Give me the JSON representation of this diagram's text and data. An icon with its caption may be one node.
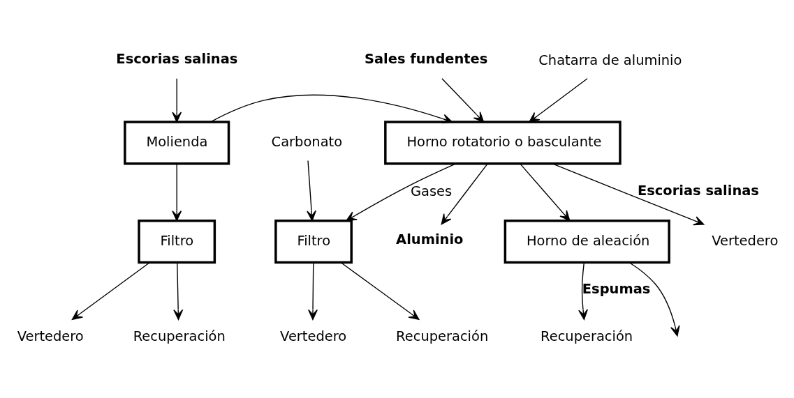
{
  "diagram": {
    "nodes": [
      {
        "text": [
          "Sales fundentes"
        ]
      },
      {
        "text": [
          "Chatarra de aluminio"
        ]
      },
      {
        "text": [
          "Horno rotatorio o basculante"
        ]
      },
      {
        "text": [
          "Aluminio"
        ]
      },
      {
        "text": [
          "Escorias salinas"
        ]
      },
      {
        "text": [
          "Molienda"
        ]
      },
      {
        "text": [
          "Horno de aleación"
        ]
      },
      {
        "text": [
          "Carbonato"
        ]
      },
      {
        "text": [
          "Filtro"
        ]
      },
      {
        "text": [
          "Vertedero"
        ]
      },
      {
        "text": [
          "Recuperación"
        ]
      },
      {
        "text": [
          "Filtro"
        ]
      },
      {
        "text": [
          "Vertedero"
        ]
      },
      {
        "text": [
          "Recuperación"
        ]
      },
      {
        "text": [
          "Vertedero"
        ]
      },
      {
        "text": [
          "Recuperación"
        ]
      }
    ],
    "edges": [
      {
        "from": 0,
        "to": 2,
        "arrow": "to"
      },
      {
        "from": 1,
        "to": 2,
        "arrow": "to"
      },
      {
        "from": 2,
        "to": 3,
        "arrow": "to"
      },
      {
        "from": 4,
        "to": 5,
        "arrow": "to"
      },
      {
        "from": 5,
        "to": 2,
        "arrow": "to"
      },
      {
        "from": 2,
        "to": 6,
        "arrow": "to"
      },
      {
        "from": 6,
        "to": null,
        "arrow": "to"
      },
      {
        "from": 2,
        "to": 8,
        "arrow": "to",
        "label": "Gases"
      },
      {
        "from": 7,
        "to": 8,
        "arrow": "to"
      },
      {
        "from": 2,
        "to": 9,
        "arrow": "to",
        "label": "Escorias salinas"
      },
      {
        "from": 6,
        "to": 10,
        "arrow": "to",
        "label": "Espumas"
      },
      {
        "from": 5,
        "to": 11,
        "arrow": "to"
      },
      {
        "from": 8,
        "to": 12,
        "arrow": "to"
      },
      {
        "from": 8,
        "to": 13,
        "arrow": "to"
      },
      {
        "from": 11,
        "to": 14,
        "arrow": "to"
      },
      {
        "from": 11,
        "to": 15,
        "arrow": "to"
      }
    ]
  }
}
